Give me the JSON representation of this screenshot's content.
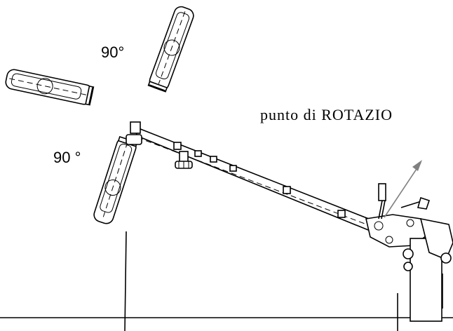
{
  "labels": {
    "angle_top": "90°",
    "angle_bottom": "90 °",
    "rotation_point": "punto di  ROTAZIO"
  },
  "colors": {
    "line": "#000000",
    "arrow": "#808080",
    "background": "#ffffff"
  }
}
